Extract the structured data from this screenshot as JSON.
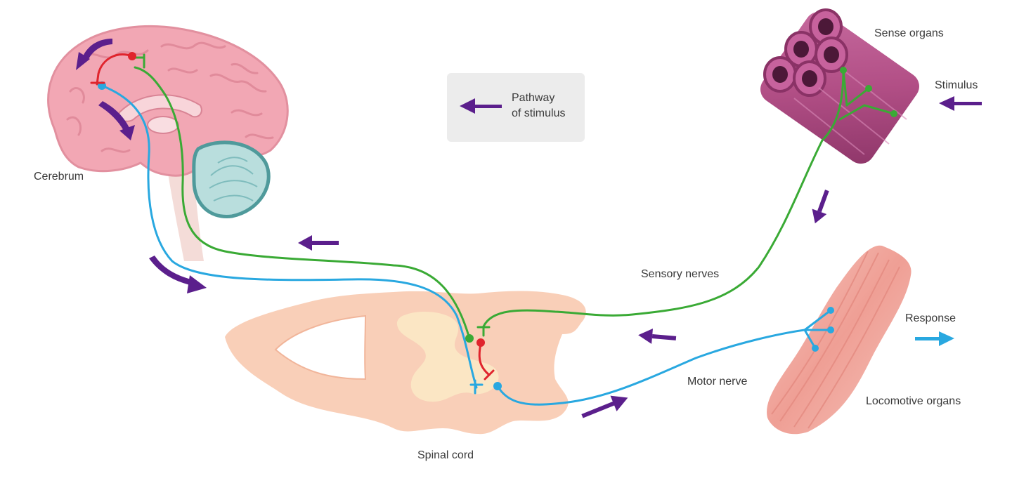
{
  "labels": {
    "cerebrum": "Cerebrum",
    "sense_organs": "Sense organs",
    "stimulus": "Stimulus",
    "sensory_nerves": "Sensory nerves",
    "motor_nerve": "Motor nerve",
    "response": "Response",
    "locomotive_organs": "Locomotive organs",
    "spinal_cord": "Spinal cord"
  },
  "legend": {
    "line1": "Pathway",
    "line2": "of stimulus"
  },
  "colors": {
    "sensory_nerve": "#3aaa35",
    "motor_nerve": "#29a8e0",
    "interneuron": "#e0242d",
    "pathway_arrow": "#5b1f8c",
    "response_arrow": "#29a8e0",
    "brain": "#f2a7b4",
    "cerebellum": "#b9dedd",
    "spinal_cord": "#f9cfb8",
    "sense_organs": "#a8457f",
    "muscle": "#f1b0a7"
  }
}
